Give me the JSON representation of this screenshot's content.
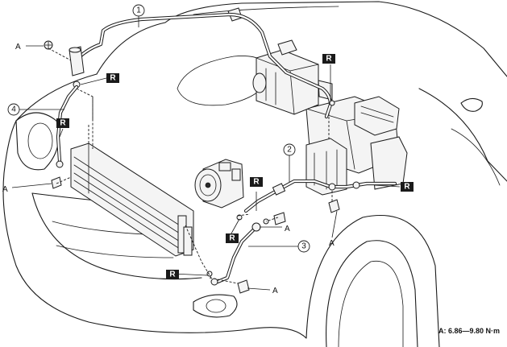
{
  "callouts": {
    "part1": "1",
    "part2": "2",
    "part3": "3",
    "part4": "4"
  },
  "bolt_label": "A",
  "replace_mark": "R",
  "torque_spec": "A: 6.86—9.80 N·m"
}
